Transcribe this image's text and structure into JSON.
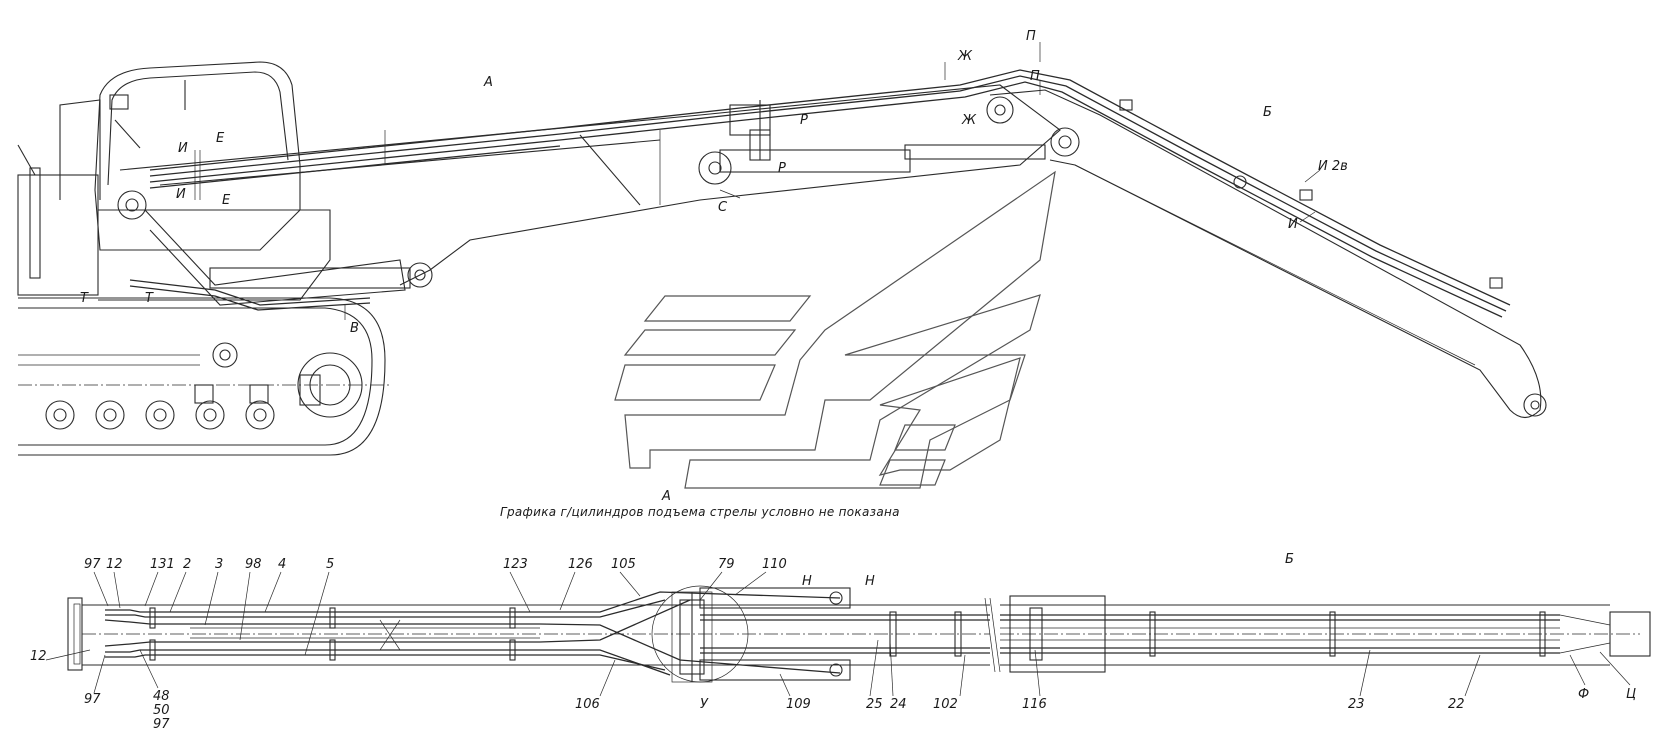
{
  "caption": "Графика г/цилиндров подъема стрелы условно не показана",
  "section_letters": {
    "view_a_top": "А",
    "view_a_bottom": "А",
    "view_b_top": "Б",
    "view_b_bottom": "Б"
  },
  "section_marks": {
    "zh1": "Ж",
    "zh2": "Ж",
    "p1": "П",
    "p2": "П",
    "i1": "И",
    "i2": "И",
    "e1": "Е",
    "e2": "Е",
    "r1": "Р",
    "r2": "Р",
    "s1": "С",
    "t1": "Т",
    "t2": "Т",
    "v1": "В",
    "i_2v": "И 2в",
    "i3": "И",
    "n1": "Н",
    "n2": "Н",
    "u1": "У",
    "f1": "Ф",
    "ts1": "Ц"
  },
  "part_numbers": {
    "p97a": "97",
    "p12a": "12",
    "p131": "131",
    "p2": "2",
    "p3": "3",
    "p98": "98",
    "p4": "4",
    "p5": "5",
    "p12b": "12",
    "p97b": "97",
    "p48": "48",
    "p50": "50",
    "p97c": "97",
    "p123": "123",
    "p126": "126",
    "p105": "105",
    "p79": "79",
    "p110": "110",
    "p106": "106",
    "p109": "109",
    "p25": "25",
    "p24": "24",
    "p102": "102",
    "p116": "116",
    "p23": "23",
    "p22": "22"
  }
}
